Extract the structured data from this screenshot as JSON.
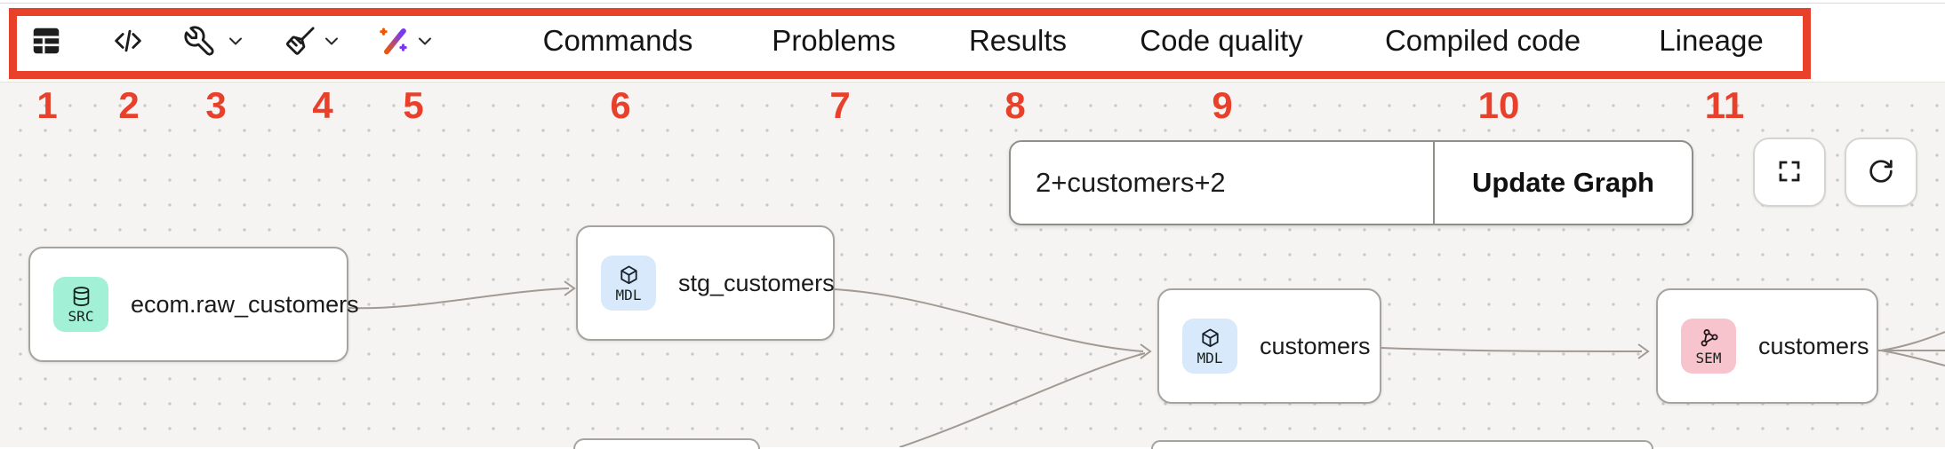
{
  "annotation": {
    "accent_color": "#e8402a",
    "marks": [
      "1",
      "2",
      "3",
      "4",
      "5",
      "6",
      "7",
      "8",
      "9",
      "10",
      "11"
    ]
  },
  "toolbar": {
    "icons": [
      {
        "name": "table-icon"
      },
      {
        "name": "code-icon"
      },
      {
        "name": "wrench-icon",
        "has_dropdown": true
      },
      {
        "name": "broom-icon",
        "has_dropdown": true
      },
      {
        "name": "magic-wand-icon",
        "has_dropdown": true
      }
    ],
    "tabs": [
      {
        "label": "Commands"
      },
      {
        "label": "Problems"
      },
      {
        "label": "Results"
      },
      {
        "label": "Code quality"
      },
      {
        "label": "Compiled code"
      },
      {
        "label": "Lineage"
      }
    ]
  },
  "lineage": {
    "filter": {
      "value": "2+customers+2",
      "button_label": "Update Graph"
    },
    "controls": [
      {
        "name": "fullscreen"
      },
      {
        "name": "refresh"
      }
    ],
    "nodes": [
      {
        "type": "SRC",
        "title": "ecom.raw_customers",
        "badge_color": "#a2f1d7",
        "icon": "database-icon"
      },
      {
        "type": "MDL",
        "title": "stg_customers",
        "badge_color": "#d8e9fc",
        "icon": "cube-icon"
      },
      {
        "type": "MDL",
        "title": "customers",
        "badge_color": "#d8e9fc",
        "icon": "cube-icon"
      },
      {
        "type": "SEM",
        "title": "customers",
        "badge_color": "#f7c4cd",
        "icon": "semantic-network-icon"
      }
    ]
  }
}
